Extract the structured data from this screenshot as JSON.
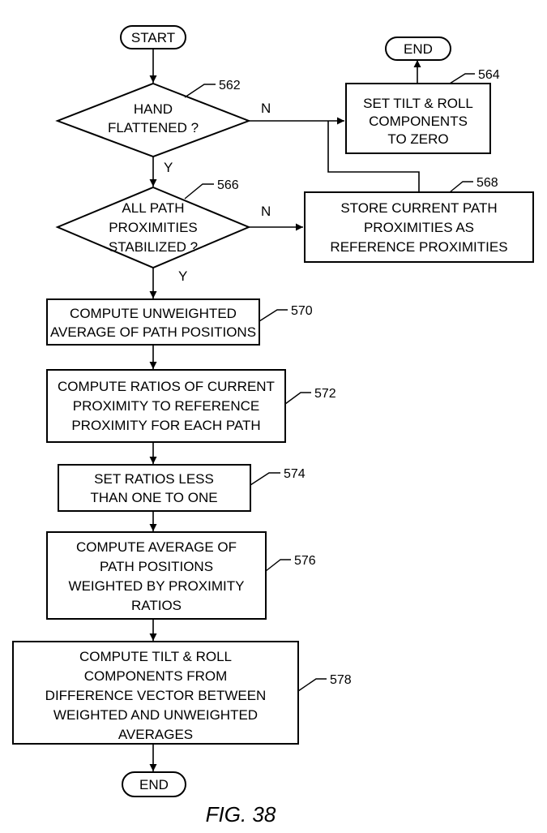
{
  "nodes": {
    "start": {
      "lines": [
        "START"
      ]
    },
    "d562": {
      "lines": [
        "HAND",
        "FLATTENED ?"
      ],
      "ref": "562"
    },
    "b564": {
      "lines": [
        "SET TILT & ROLL",
        "COMPONENTS",
        "TO ZERO"
      ],
      "ref": "564"
    },
    "end_top": {
      "lines": [
        "END"
      ]
    },
    "d566": {
      "lines": [
        "ALL PATH",
        "PROXIMITIES",
        "STABILIZED ?"
      ],
      "ref": "566"
    },
    "b568": {
      "lines": [
        "STORE CURRENT PATH",
        "PROXIMITIES AS",
        "REFERENCE PROXIMITIES"
      ],
      "ref": "568"
    },
    "b570": {
      "lines": [
        "COMPUTE UNWEIGHTED",
        "AVERAGE OF PATH POSITIONS"
      ],
      "ref": "570"
    },
    "b572": {
      "lines": [
        "COMPUTE RATIOS OF CURRENT",
        "PROXIMITY TO REFERENCE",
        "PROXIMITY FOR EACH PATH"
      ],
      "ref": "572"
    },
    "b574": {
      "lines": [
        "SET RATIOS LESS",
        "THAN ONE TO ONE"
      ],
      "ref": "574"
    },
    "b576": {
      "lines": [
        "COMPUTE AVERAGE OF",
        "PATH POSITIONS",
        "WEIGHTED BY PROXIMITY",
        "RATIOS"
      ],
      "ref": "576"
    },
    "b578": {
      "lines": [
        "COMPUTE TILT & ROLL",
        "COMPONENTS FROM",
        "DIFFERENCE VECTOR BETWEEN",
        "WEIGHTED AND UNWEIGHTED",
        "AVERAGES"
      ],
      "ref": "578"
    },
    "end_bottom": {
      "lines": [
        "END"
      ]
    }
  },
  "branches": {
    "d562_no": "N",
    "d562_yes": "Y",
    "d566_no": "N",
    "d566_yes": "Y"
  },
  "caption": "FIG. 38"
}
